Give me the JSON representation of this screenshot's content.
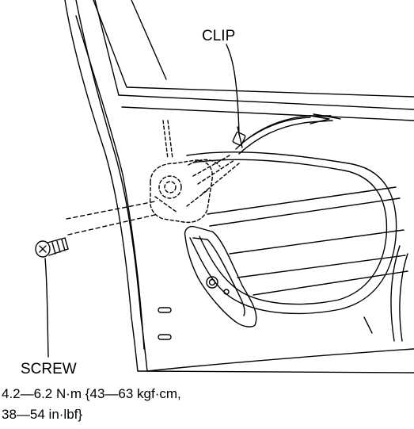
{
  "labels": {
    "clip": "CLIP",
    "screw": "SCREW"
  },
  "torque_spec": {
    "line1": "4.2—6.2 N·m {43—63 kgf·cm,",
    "line2": "38—54 in·lbf}"
  }
}
